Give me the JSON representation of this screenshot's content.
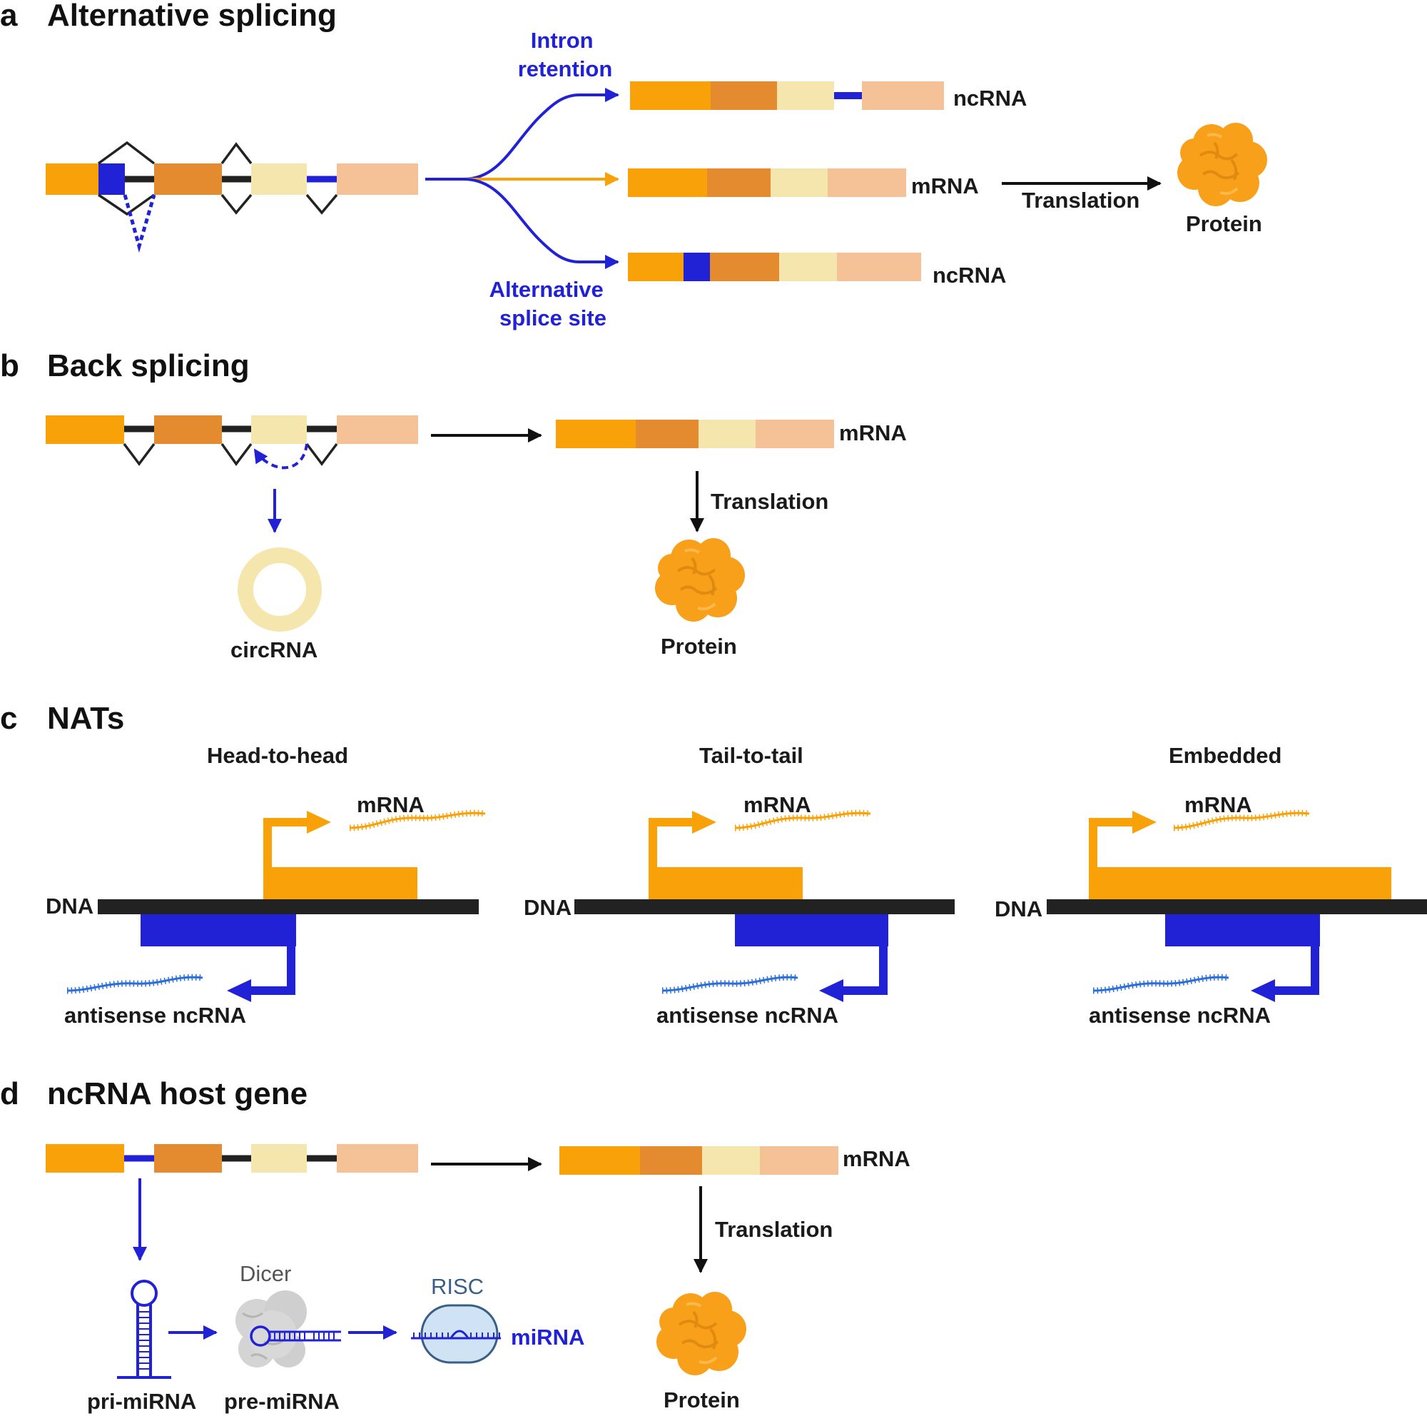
{
  "colors": {
    "exon1": "#f9a108",
    "exon2": "#e48a2f",
    "exon3": "#f4e6ad",
    "exon4": "#f5c298",
    "intron": "#222222",
    "highlight_blue": "#2121d6",
    "circrna": "#f4e6ad",
    "protein": "#f9a01b",
    "dicer_gray": "#cfcfcf",
    "risc_fill": "#cfe3f4",
    "risc_text": "#3a5f86",
    "dicer_text": "#555555"
  },
  "icons": [
    "protein-blob-icon",
    "dicer-enzyme-icon",
    "risc-complex-icon",
    "hairpin-icon",
    "rna-strand-icon",
    "promoter-arrow-icon"
  ],
  "panels": {
    "a": {
      "letter": "a",
      "title": "Alternative splicing",
      "intron_retention": [
        "Intron",
        "retention"
      ],
      "alt_splice_site": [
        "Alternative",
        "splice site"
      ],
      "ncrna_top": "ncRNA",
      "mrna": "mRNA",
      "ncrna_bottom": "ncRNA",
      "translation": "Translation",
      "protein": "Protein"
    },
    "b": {
      "letter": "b",
      "title": "Back splicing",
      "mrna": "mRNA",
      "translation": "Translation",
      "circrna": "circRNA",
      "protein": "Protein"
    },
    "c": {
      "letter": "c",
      "title": "NATs",
      "subpanels": [
        {
          "title": "Head-to-head",
          "dna": "DNA",
          "mrna": "mRNA",
          "antisense": "antisense ncRNA"
        },
        {
          "title": "Tail-to-tail",
          "dna": "DNA",
          "mrna": "mRNA",
          "antisense": "antisense ncRNA"
        },
        {
          "title": "Embedded",
          "dna": "DNA",
          "mrna": "mRNA",
          "antisense": "antisense ncRNA"
        }
      ]
    },
    "d": {
      "letter": "d",
      "title": "ncRNA host gene",
      "mrna": "mRNA",
      "translation": "Translation",
      "protein": "Protein",
      "pri_mirna": "pri-miRNA",
      "dicer": "Dicer",
      "pre_mirna": "pre-miRNA",
      "risc": "RISC",
      "mirna": "miRNA"
    }
  }
}
